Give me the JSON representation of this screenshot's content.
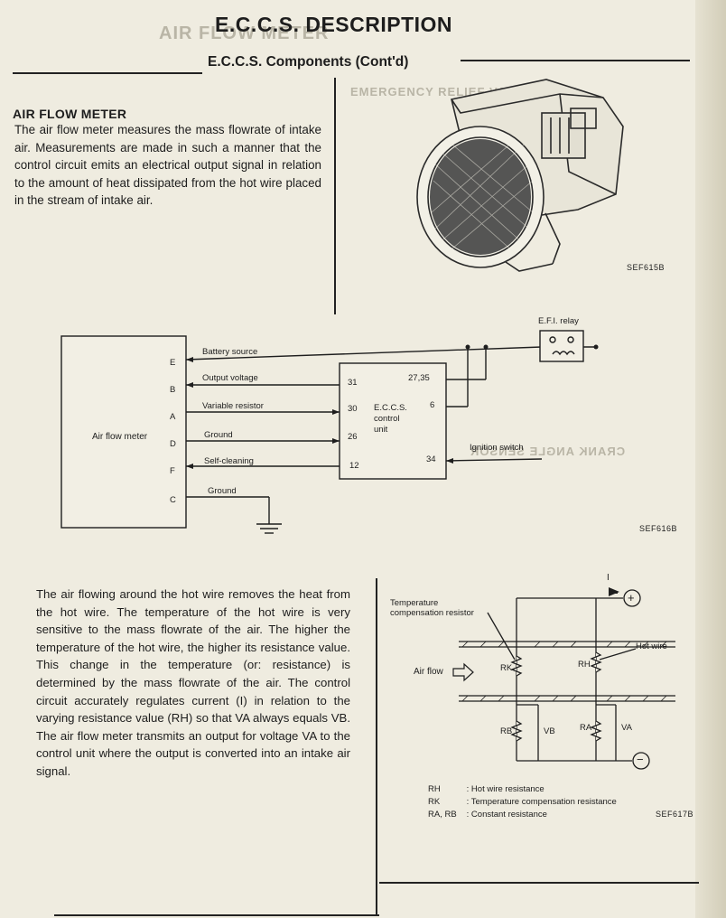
{
  "header": {
    "title": "E.C.C.S. DESCRIPTION",
    "subtitle": "E.C.C.S. Components (Cont'd)"
  },
  "section": {
    "heading": "AIR FLOW METER",
    "intro": "The air flow meter measures the mass flowrate of intake air. Measurements are made in such a manner that the control circuit emits an electrical output signal in relation to the amount of heat dissipated from the hot wire placed in the stream of intake air.",
    "body": "The air flowing around the hot wire removes the heat from the hot wire. The temperature of the hot wire is very sensitive to the mass flowrate of the air. The higher the temperature of the hot wire, the higher its resistance value. This change in the temperature (or: resistance) is determined by the mass flowrate of the air. The control circuit accurately regulates current (I) in relation to the varying resistance value (RH) so that VA always equals VB. The air flow meter transmits an output for voltage VA to the control unit where the output is converted into an intake air signal."
  },
  "figures": {
    "fig1_code": "SEF615B",
    "fig2_code": "SEF616B",
    "fig3_code": "SEF617B"
  },
  "wiring": {
    "meter_label": "Air flow meter",
    "unit_label": "E.C.C.S.\ncontrol\nunit",
    "relay_label": "E.F.I. relay",
    "ignition_label": "Ignition switch",
    "pins_meter": [
      "E",
      "B",
      "A",
      "D",
      "F",
      "C"
    ],
    "wires": [
      "Battery source",
      "Output voltage",
      "Variable resistor",
      "Ground",
      "Self-cleaning",
      "Ground"
    ],
    "pins_unit_left": [
      "31",
      "30",
      "26",
      "12"
    ],
    "pins_unit_right": [
      "27,35",
      "6",
      "34"
    ]
  },
  "bridge": {
    "temp_resistor_label": "Temperature\ncompensation resistor",
    "hot_wire_label": "Hot wire",
    "air_flow_label": "Air flow",
    "current_label": "I",
    "rk": "RK",
    "rh": "RH",
    "rb": "RB",
    "ra": "RA",
    "vb": "VB",
    "va": "VA",
    "plus": "+",
    "minus": "−"
  },
  "legend": [
    {
      "sym": "RH",
      "desc": ": Hot wire resistance"
    },
    {
      "sym": "RK",
      "desc": ": Temperature compensation resistance"
    },
    {
      "sym": "RA, RB",
      "desc": ": Constant resistance"
    }
  ],
  "ghost_text": {
    "top": "AIR FLOW METER",
    "emergency": "EMERGENCY RELIEF VALVE",
    "crank": "CRANK ANGLE SENSOR"
  }
}
